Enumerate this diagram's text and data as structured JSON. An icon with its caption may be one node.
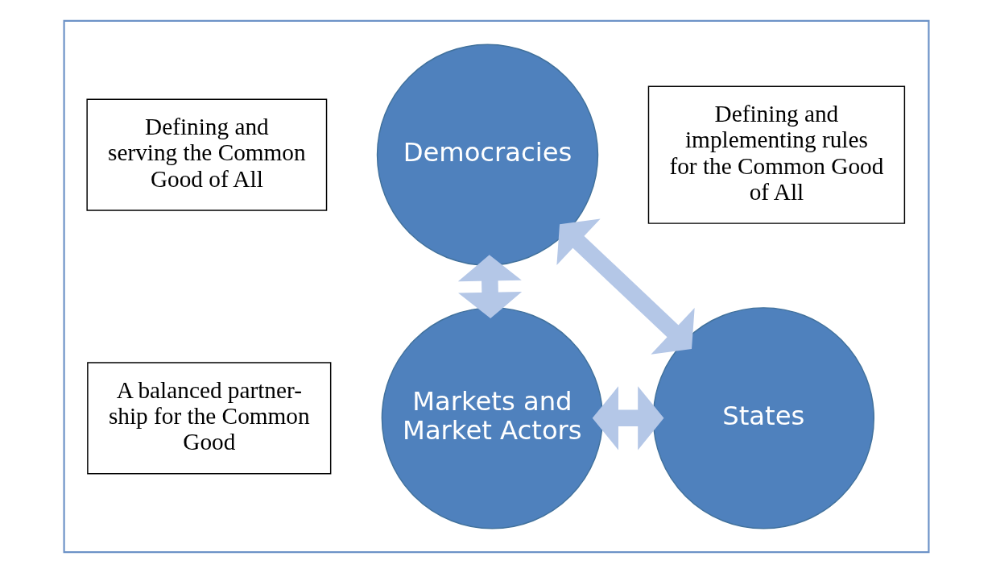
{
  "diagram": {
    "nodes": [
      {
        "text": [],
        "shape": "box"
      },
      {
        "text": [
          "Democracies"
        ],
        "in": 0
      },
      {
        "text": [
          "Defining and serving the Common Good of All"
        ],
        "in": 0
      },
      {
        "text": [
          "Defining and implementing rules for the Common Good of All"
        ],
        "in": 0
      },
      {
        "text": [
          "Markets and Market Actors"
        ],
        "in": 0
      },
      {
        "text": [
          "A balanced partner- ship for the Common Good"
        ],
        "in": 0
      },
      {
        "text": [
          "States"
        ],
        "in": 0
      }
    ],
    "edges": [
      {
        "from": 1,
        "to": 4,
        "arrow": "both"
      },
      {
        "from": 1,
        "to": 6,
        "arrow": "both"
      },
      {
        "from": 4,
        "to": 6,
        "arrow": "both"
      }
    ]
  }
}
